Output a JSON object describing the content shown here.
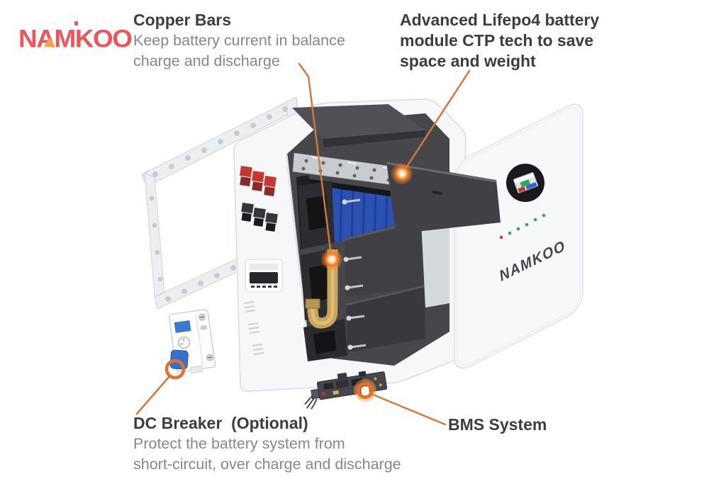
{
  "brand": {
    "logo_text": "NAMKOO"
  },
  "callouts": {
    "copper_bars": {
      "title": "Copper Bars",
      "desc_line1": "Keep battery current in balance",
      "desc_line2": "charge and discharge"
    },
    "battery_module": {
      "title_line1": "Advanced Lifepo4 battery",
      "title_line2": "module CTP tech to save",
      "title_line3": "space and weight"
    },
    "dc_breaker": {
      "title": "DC Breaker  (Optional)",
      "desc_line1": "Protect the battery system from",
      "desc_line2": "short-circuit, over charge and discharge"
    },
    "bms": {
      "title": "BMS System"
    }
  },
  "illustration": {
    "front_cover_logo": "NAMKOO",
    "parts": [
      "wall-mount-bracket",
      "battery-cabinet",
      "terminal-connectors",
      "lifepo4-cell-stack",
      "battery-module-plates",
      "copper-busbar",
      "front-cover-panel",
      "status-display",
      "led-indicators",
      "dc-breaker-device",
      "bms-circuit-board"
    ]
  },
  "colors": {
    "logo_red": "#e9575c",
    "logo_triangle": "#f4a540",
    "leader_line": "#d0793e",
    "marker_ring": "#e8701f",
    "title_text": "#3c3d3f",
    "body_text": "#85878b",
    "cell_blue": "#2b51b5",
    "copper": "#c9a45c"
  }
}
